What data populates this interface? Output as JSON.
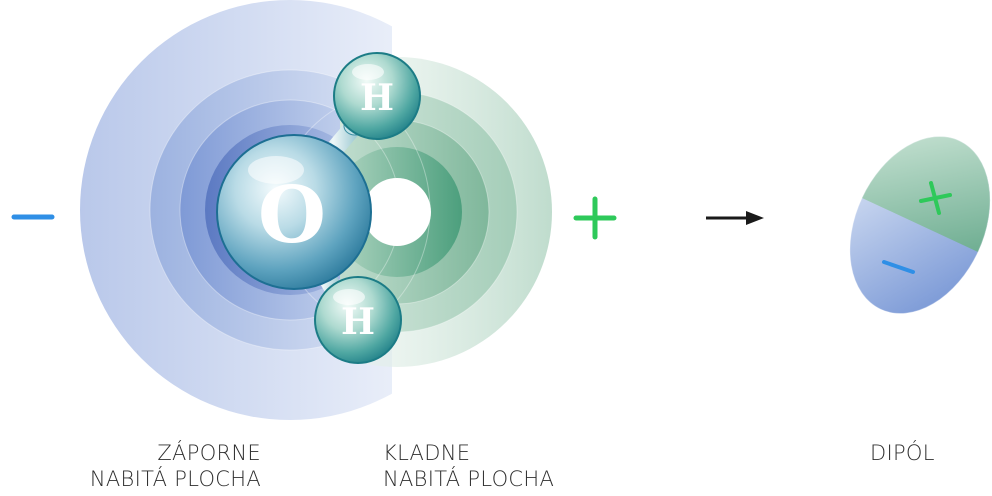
{
  "oxygen_symbol": "O",
  "hydrogen_symbol_top": "H",
  "hydrogen_symbol_bottom": "H",
  "negative_sign": "−",
  "positive_sign": "+",
  "label_negative": {
    "line1": "ZÁPORNE",
    "line2": "NABITÁ PLOCHA"
  },
  "label_positive": {
    "line1": "KLADNE",
    "line2": "NABITÁ PLOCHA"
  },
  "label_dipole": "DIPÓL",
  "colors": {
    "negative": "#2f8fe6",
    "positive": "#2ec95a",
    "negative_field": "#5b79c2",
    "positive_field": "#4c9f7d",
    "atom": "#3aa6b9",
    "arrow": "#1a1a1a"
  }
}
